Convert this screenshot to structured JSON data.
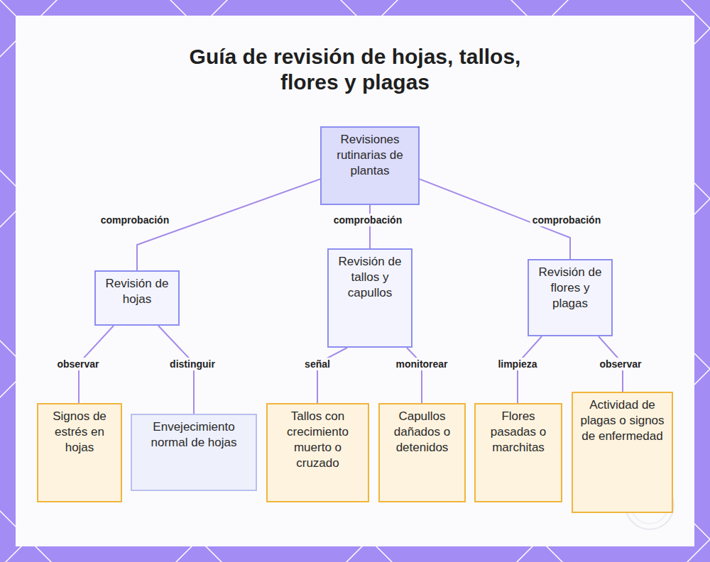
{
  "diagram": {
    "title": "Guía de revisión de hojas, tallos, flores y plagas",
    "nodes": [
      {
        "text": [
          "Revisiones rutinarias de plantas"
        ]
      },
      {
        "text": [
          "Revisión de hojas"
        ]
      },
      {
        "text": [
          "Revisión de tallos y capullos"
        ]
      },
      {
        "text": [
          "Revisión de flores y plagas"
        ]
      },
      {
        "text": [
          "Signos de estrés en hojas"
        ]
      },
      {
        "text": [
          "Envejecimiento normal de hojas"
        ]
      },
      {
        "text": [
          "Tallos con crecimiento muerto o cruzado"
        ]
      },
      {
        "text": [
          "Capullos dañados o detenidos"
        ]
      },
      {
        "text": [
          "Flores pasadas o marchitas"
        ]
      },
      {
        "text": [
          "Actividad de plagas o signos de enfermedad"
        ]
      }
    ],
    "edges": [
      {
        "from": 0,
        "to": 1,
        "label": "comprobación",
        "arrow": "none"
      },
      {
        "from": 0,
        "to": 2,
        "label": "comprobación",
        "arrow": "none"
      },
      {
        "from": 0,
        "to": 3,
        "label": "comprobación",
        "arrow": "none"
      },
      {
        "from": 1,
        "to": 4,
        "label": "observar",
        "arrow": "none"
      },
      {
        "from": 1,
        "to": 5,
        "label": "distinguir",
        "arrow": "none"
      },
      {
        "from": 2,
        "to": 6,
        "label": "señal",
        "arrow": "none"
      },
      {
        "from": 2,
        "to": 7,
        "label": "monitorear",
        "arrow": "none"
      },
      {
        "from": 3,
        "to": 8,
        "label": "limpieza",
        "arrow": "none"
      },
      {
        "from": 3,
        "to": 9,
        "label": "observar",
        "arrow": "none"
      }
    ]
  }
}
